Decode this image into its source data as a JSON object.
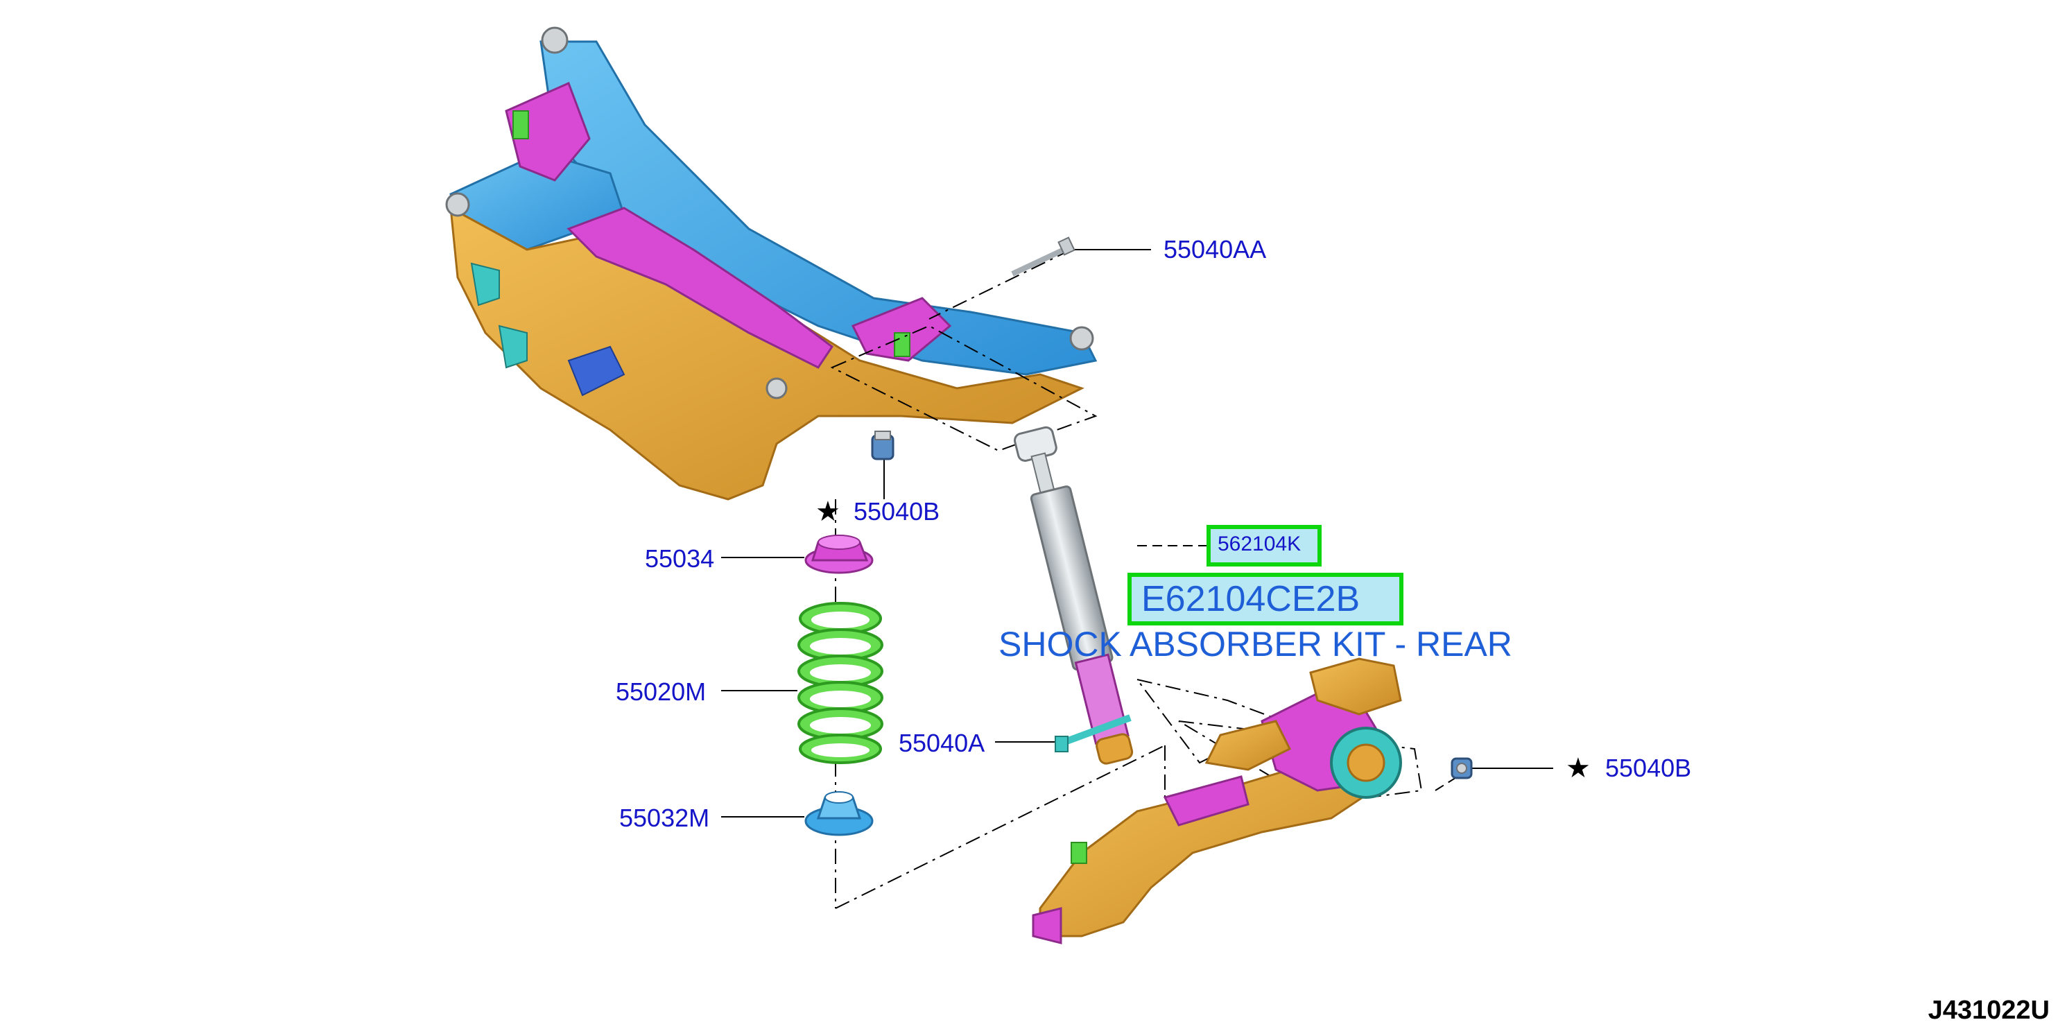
{
  "callouts": {
    "bolt_top": "55040AA",
    "nut_upper": "55040B",
    "spring_seat_upper": "55034",
    "spring": "55020M",
    "spring_seat_lower": "55032M",
    "bolt_lower": "55040A",
    "nut_right": "55040B",
    "shock_small_ref": "562104K"
  },
  "highlight": {
    "part_number": "E62104CE2B",
    "description": "SHOCK ABSORBER KIT - REAR"
  },
  "star_symbol": "★",
  "diagram_code": "J431022U",
  "colors": {
    "subframe_blue": "#3fa9e8",
    "subframe_orange": "#e3a43a",
    "bracket_magenta": "#d94ad4",
    "spring_green": "#55d644",
    "seat_blue": "#3fa9e8",
    "seat_magenta": "#e05ee0",
    "shock_grey": "#c8cdd2",
    "callout_text": "#1414c8",
    "highlight_border": "#0ed60e",
    "highlight_text": "#1e5fd8"
  }
}
